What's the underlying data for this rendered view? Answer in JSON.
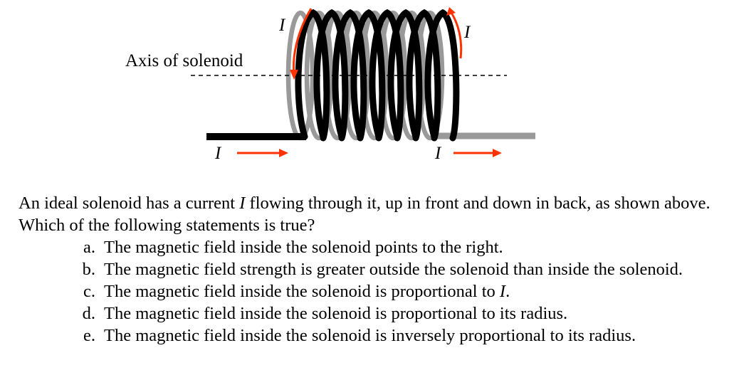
{
  "diagram": {
    "axis_label": "Axis of solenoid",
    "current_labels": [
      "I",
      "I",
      "I",
      "I"
    ],
    "colors": {
      "front_wire": "#000000",
      "back_wire": "#999999",
      "arrow": "#ff3300"
    }
  },
  "question": {
    "stem_parts": [
      "An ideal solenoid has a current ",
      "I",
      " flowing through it, up in front and down in back, as shown above. Which of the following statements is true?"
    ],
    "choices": [
      {
        "letter": "a.",
        "text": "The magnetic field inside the solenoid points to the right."
      },
      {
        "letter": "b.",
        "text": "The magnetic field strength is greater outside the solenoid than inside the solenoid."
      },
      {
        "letter": "c.",
        "text_parts": [
          "The magnetic field inside the solenoid is proportional to ",
          "I",
          "."
        ]
      },
      {
        "letter": "d.",
        "text": "The magnetic field inside the solenoid is proportional to its radius."
      },
      {
        "letter": "e.",
        "text": "The magnetic field inside the solenoid is inversely proportional to its radius."
      }
    ]
  }
}
